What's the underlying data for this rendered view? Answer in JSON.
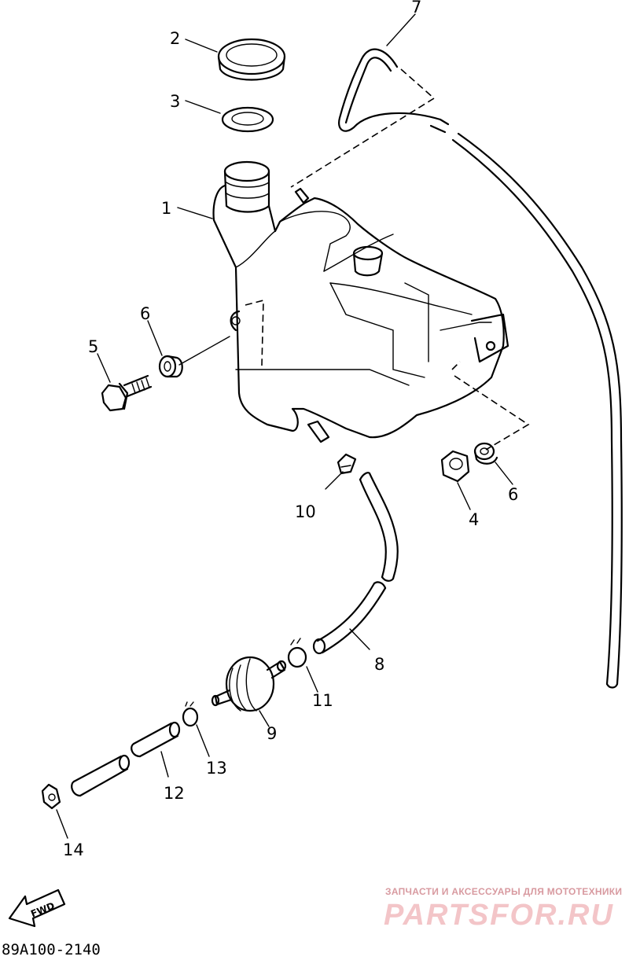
{
  "diagram_code": "89A100-2140",
  "fwd_label": "FWD",
  "watermark": {
    "tagline": "ЗАПЧАСТИ И АКСЕССУАРЫ ДЛЯ МОТОТЕХНИКИ",
    "brand": "PARTSFOR.RU"
  },
  "callouts": {
    "c1": "1",
    "c2": "2",
    "c3": "3",
    "c4": "4",
    "c5": "5",
    "c6a": "6",
    "c6b": "6",
    "c7": "7",
    "c8": "8",
    "c9": "9",
    "c10": "10",
    "c11": "11",
    "c12": "12",
    "c13": "13",
    "c14": "14"
  }
}
